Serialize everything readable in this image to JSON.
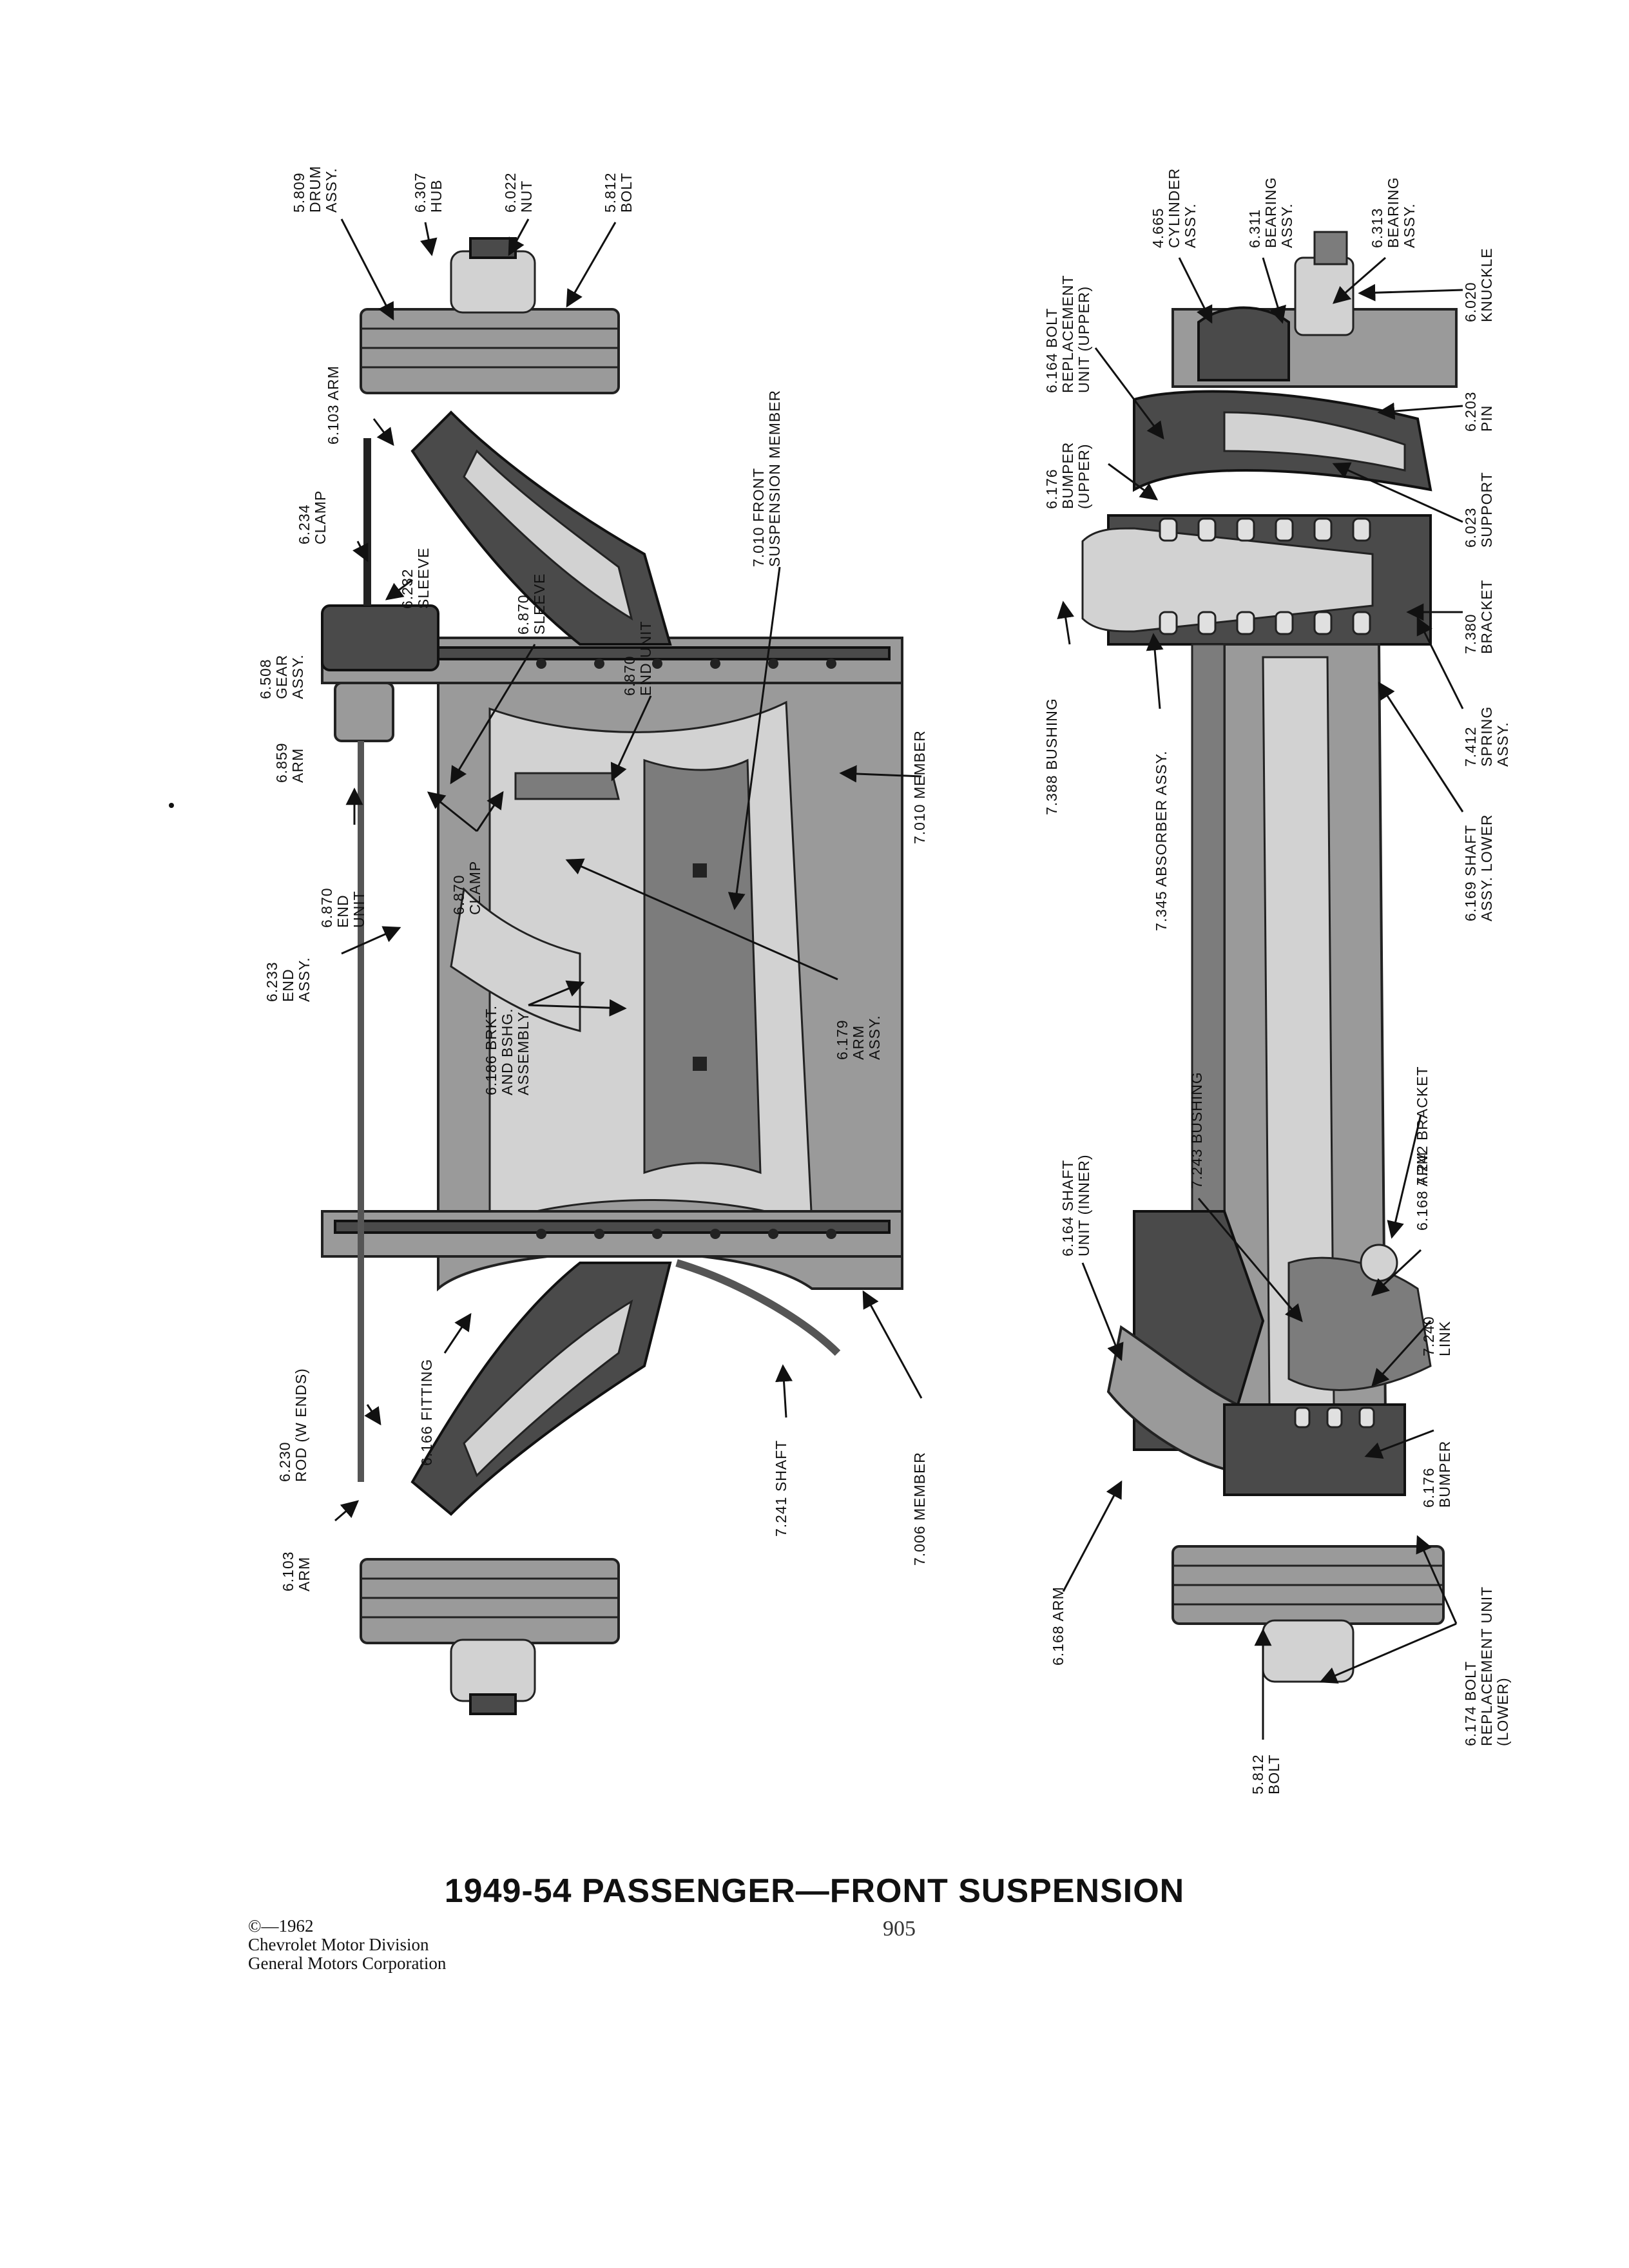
{
  "page": {
    "title": "1949-54 PASSENGER—FRONT SUSPENSION",
    "copyright_lines": [
      "©—1962",
      "Chevrolet Motor Division",
      "General Motors Corporation"
    ],
    "page_number": "905"
  },
  "left_view_labels": [
    [
      "5.809",
      "DRUM",
      "ASSY."
    ],
    [
      "6.307",
      "HUB"
    ],
    [
      "6.022",
      "NUT"
    ],
    [
      "5.812",
      "BOLT"
    ],
    [
      "6.103 ARM"
    ],
    [
      "6.234",
      "CLAMP"
    ],
    [
      "6.232",
      "SLEEVE"
    ],
    [
      "6.870",
      "SLEEVE"
    ],
    [
      "7.010 FRONT",
      "SUSPENSION MEMBER"
    ],
    [
      "6.508",
      "GEAR",
      "ASSY."
    ],
    [
      "6.870",
      "END UNIT"
    ],
    [
      "6.859",
      "ARM"
    ],
    [
      "7.010 MEMBER"
    ],
    [
      "6.870",
      "END",
      "UNIT"
    ],
    [
      "6.870",
      "CLAMP"
    ],
    [
      "6.233",
      "END",
      "ASSY."
    ],
    [
      "6.186 BRKT.",
      "AND BSHG.",
      "ASSEMBLY"
    ],
    [
      "6.179",
      "ARM",
      "ASSY."
    ],
    [
      "6.230",
      "ROD (W ENDS)"
    ],
    [
      "6.166 FITTING"
    ],
    [
      "7.241 SHAFT"
    ],
    [
      "7.006 MEMBER"
    ],
    [
      "6.103",
      "ARM"
    ]
  ],
  "right_view_labels": [
    [
      "4.665",
      "CYLINDER",
      "ASSY."
    ],
    [
      "6.311",
      "BEARING",
      "ASSY."
    ],
    [
      "6.313",
      "BEARING",
      "ASSY."
    ],
    [
      "6.164 BOLT",
      "REPLACEMENT",
      "UNIT (UPPER)"
    ],
    [
      "6.020",
      "KNUCKLE"
    ],
    [
      "6.176",
      "BUMPER",
      "(UPPER)"
    ],
    [
      "6.203",
      "PIN"
    ],
    [
      "6.023",
      "SUPPORT"
    ],
    [
      "7.380",
      "BRACKET"
    ],
    [
      "7.388 BUSHING"
    ],
    [
      "7.412",
      "SPRING",
      "ASSY."
    ],
    [
      "7.345 ABSORBER ASSY."
    ],
    [
      "6.169 SHAFT",
      "ASSY. LOWER"
    ],
    [
      "7.243 BUSHING"
    ],
    [
      "7.242 BRACKET"
    ],
    [
      "6.164 SHAFT",
      "UNIT (INNER)"
    ],
    [
      "6.168 ARM"
    ],
    [
      "7.240",
      "LINK"
    ],
    [
      "6.176",
      "BUMPER"
    ],
    [
      "6.168 ARM"
    ],
    [
      "6.174 BOLT",
      "REPLACEMENT UNIT",
      "(LOWER)"
    ],
    [
      "5.812",
      "BOLT"
    ]
  ]
}
